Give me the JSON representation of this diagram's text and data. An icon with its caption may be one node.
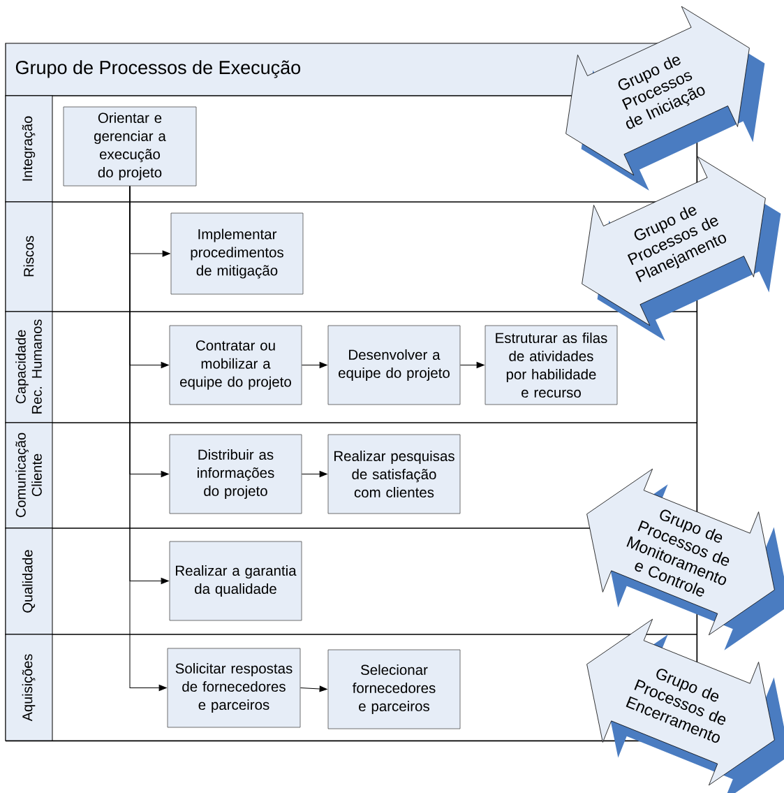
{
  "diagram": {
    "nodes": [
      {
        "text": [
          "Grupo de Processos de Execução"
        ]
      },
      {
        "text": [
          "Integração"
        ],
        "in": 0
      },
      {
        "text": [
          "Riscos"
        ],
        "in": 0
      },
      {
        "text": [
          "Capacidade Rec. Humanos"
        ],
        "in": 0
      },
      {
        "text": [
          "Comunicação Cliente"
        ],
        "in": 0
      },
      {
        "text": [
          "Qualidade"
        ],
        "in": 0
      },
      {
        "text": [
          "Aquisições"
        ],
        "in": 0
      },
      {
        "text": [
          "Orientar e gerenciar a execução do projeto"
        ],
        "in": 1
      },
      {
        "text": [
          "Implementar procedimentos de mitigação"
        ],
        "in": 2
      },
      {
        "text": [
          "Contratar ou mobilizar a equipe do projeto"
        ],
        "in": 3
      },
      {
        "text": [
          "Desenvolver a equipe do projeto"
        ],
        "in": 3
      },
      {
        "text": [
          "Estruturar as filas de atividades por habilidade e recurso"
        ],
        "in": 3
      },
      {
        "text": [
          "Distribuir as informações do projeto"
        ],
        "in": 4
      },
      {
        "text": [
          "Realizar pesquisas de satisfação com clientes"
        ],
        "in": 4
      },
      {
        "text": [
          "Realizar a garantia da qualidade"
        ],
        "in": 5
      },
      {
        "text": [
          "Solicitar respostas de fornecedores e parceiros"
        ],
        "in": 6
      },
      {
        "text": [
          "Selecionar fornecedores e parceiros"
        ],
        "in": 6
      },
      {
        "text": [
          "Grupo de Processos de Iniciação"
        ]
      },
      {
        "text": [
          "Grupo de Processos de Planejamento"
        ]
      },
      {
        "text": [
          "Grupo de Processos de Monitoramento e Controle"
        ]
      },
      {
        "text": [
          "Grupo de Processos de Encerramento"
        ]
      }
    ],
    "edges": [
      {
        "from": 7,
        "to": 8,
        "arrow": "to"
      },
      {
        "from": 7,
        "to": 9,
        "arrow": "to"
      },
      {
        "from": 7,
        "to": 12,
        "arrow": "to"
      },
      {
        "from": 7,
        "to": 14,
        "arrow": "to"
      },
      {
        "from": 7,
        "to": 15,
        "arrow": "to"
      },
      {
        "from": 9,
        "to": 10,
        "arrow": "to"
      },
      {
        "from": 10,
        "to": 11,
        "arrow": "to"
      },
      {
        "from": 12,
        "to": 13,
        "arrow": "to"
      },
      {
        "from": 15,
        "to": 16,
        "arrow": "to"
      }
    ]
  }
}
